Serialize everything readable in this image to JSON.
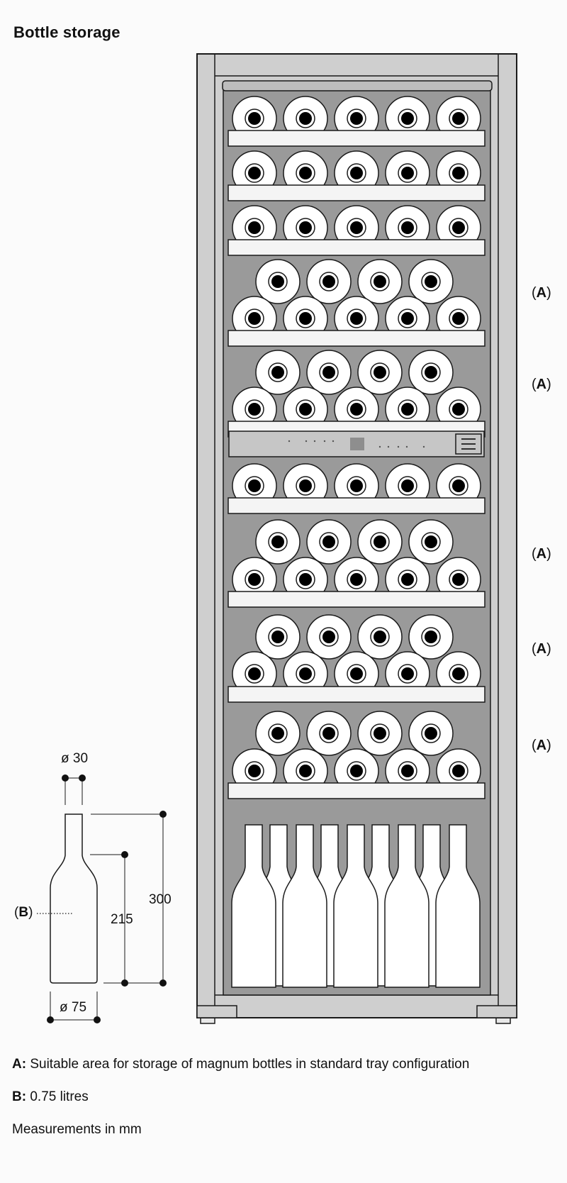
{
  "title": "Bottle storage",
  "colors": {
    "cabinet_frame": "#cfcfcf",
    "interior": "#9a9a9a",
    "shelf": "#f4f4f4",
    "bottle_face": "#ffffff",
    "outline": "#1a1a1a",
    "control_panel": "#c6c6c6"
  },
  "area_markers": [
    {
      "letter": "A"
    },
    {
      "letter": "A"
    },
    {
      "letter": "A"
    },
    {
      "letter": "A"
    },
    {
      "letter": "A"
    }
  ],
  "bottle_label": {
    "letter": "B"
  },
  "dimensions": {
    "neck_diameter": "ø 30",
    "base_diameter": "ø 75",
    "shoulder_height": "215",
    "total_height": "300"
  },
  "legend": [
    {
      "key": "A:",
      "text": "Suitable area for storage of magnum bottles in standard tray configuration"
    },
    {
      "key": "B:",
      "text": "0.75 litres"
    }
  ],
  "units_note": "Measurements in mm",
  "control_panel_icon": "menu-icon",
  "shelves": {
    "top_single_rows": 3,
    "stacked_above_panel": 2,
    "single_below_panel": 1,
    "stacked_below_panel": 3,
    "upright_bottles": 5
  }
}
